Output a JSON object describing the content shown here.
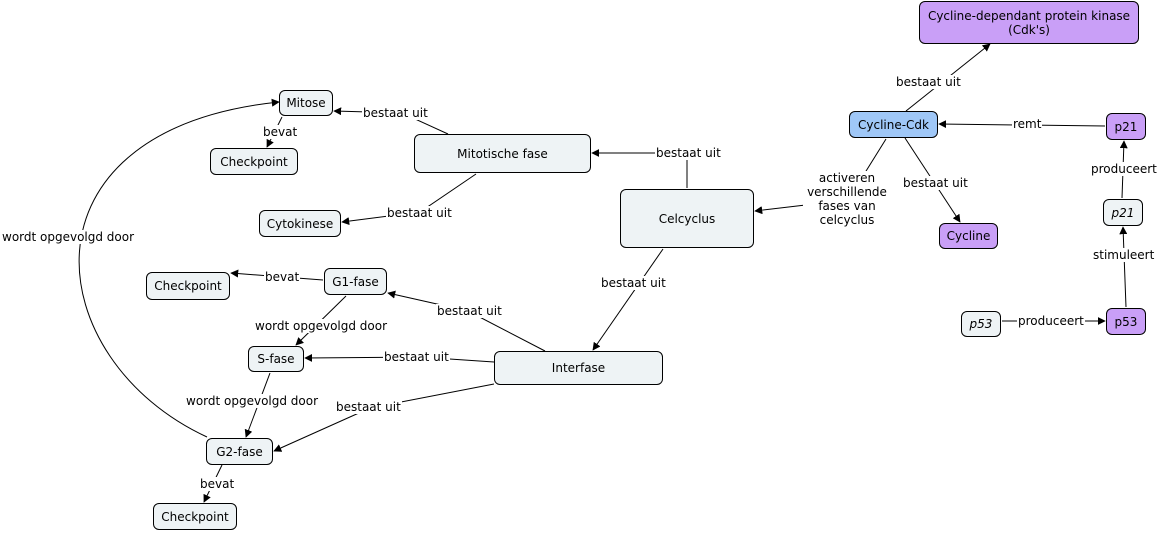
{
  "nodes": {
    "cdk": "Cycline-dependant protein kinase (Cdk's)",
    "cycline_cdk": "Cycline-Cdk",
    "p21": "p21",
    "p21_gene": "p21",
    "p53": "p53",
    "p53_gene": "p53",
    "cycline": "Cycline",
    "celcyclus": "Celcyclus",
    "mitotische_fase": "Mitotische fase",
    "mitose": "Mitose",
    "checkpoint_mitose": "Checkpoint",
    "cytokinese": "Cytokinese",
    "interfase": "Interfase",
    "g1_fase": "G1-fase",
    "checkpoint_g1": "Checkpoint",
    "s_fase": "S-fase",
    "g2_fase": "G2-fase",
    "checkpoint_g2": "Checkpoint"
  },
  "links": {
    "cyclinecdk_cdk": "bestaat uit",
    "p21_cyclinecdk": "remt",
    "p21gene_p21": "produceert",
    "p53_p21gene": "stimuleert",
    "p53gene_p53": "produceert",
    "cyclinecdk_cycline": "bestaat uit",
    "cyclinecdk_celcyclus": "activeren verschillende fases van celcyclus",
    "celcyclus_mitotische": "bestaat uit",
    "mitotische_mitose": "bestaat uit",
    "mitose_checkpoint": "bevat",
    "mitotische_cytokinese": "bestaat uit",
    "celcyclus_interfase": "bestaat uit",
    "interfase_g1": "bestaat uit",
    "g1_checkpoint": "bevat",
    "g1_s": "wordt opgevolgd door",
    "interfase_s": "bestaat uit",
    "s_g2": "wordt opgevolgd door",
    "interfase_g2": "bestaat uit",
    "g2_checkpoint": "bevat",
    "g2_mitose": "wordt opgevolgd door"
  },
  "colors": {
    "default_node": "#eef3f5",
    "protein_node": "#c99ff7",
    "complex_node": "#9fc7f7",
    "line": "#000000"
  }
}
